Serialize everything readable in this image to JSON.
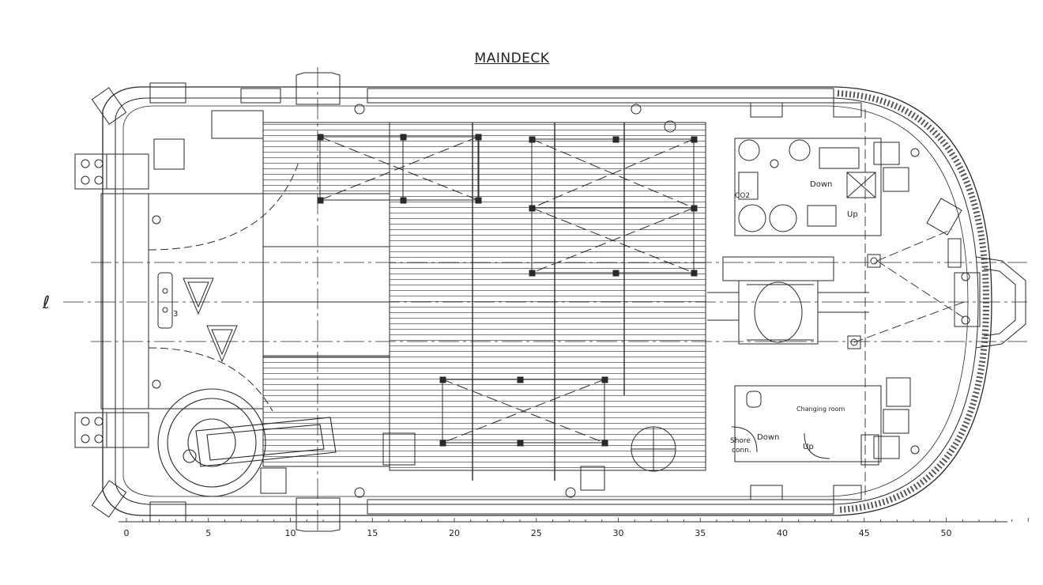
{
  "title": "MAINDECK",
  "centerline_symbol": "ℓ",
  "labels": {
    "co2": "CO2",
    "down_upper": "Down",
    "up_upper": "Up",
    "changing_room": "Changing room",
    "down_lower": "Down",
    "up_lower": "Up",
    "shore_conn_line1": "Shore",
    "shore_conn_line2": "conn.",
    "aft_number": "3"
  },
  "scale": {
    "ticks": [
      "0",
      "5",
      "10",
      "15",
      "20",
      "25",
      "30",
      "35",
      "40",
      "45",
      "50"
    ],
    "max": 55
  },
  "colors": {
    "line": "#2a2a2a",
    "background": "#ffffff"
  }
}
